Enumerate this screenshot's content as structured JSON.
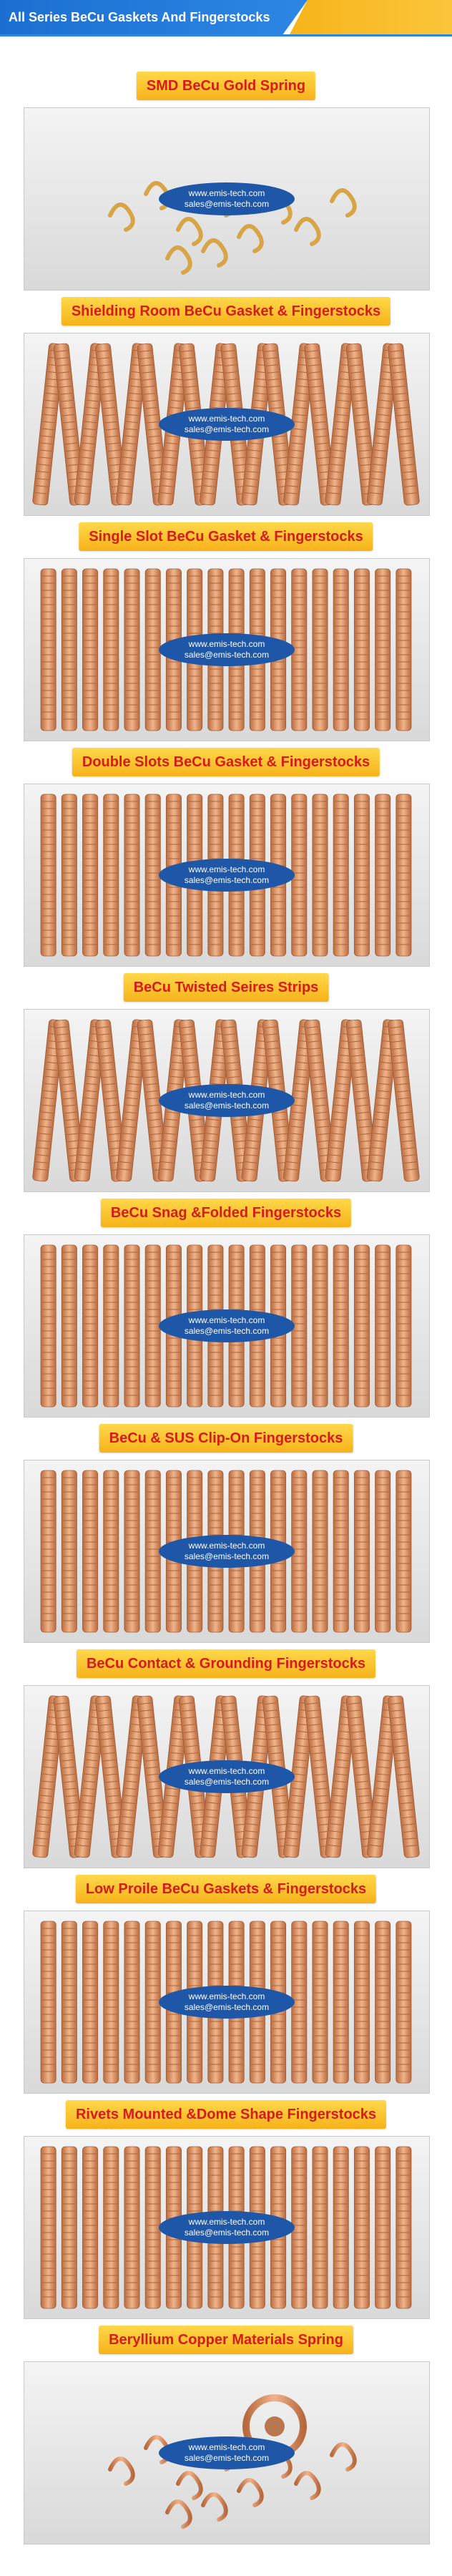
{
  "header": {
    "title": "All Series BeCu Gaskets And Fingerstocks"
  },
  "contact": {
    "website": "www.emis-tech.com",
    "email": "sales@emis-tech.com"
  },
  "colors": {
    "header_blue": "#2d86e4",
    "header_yellow": "#f7b41b",
    "banner_text": "#d71a1a",
    "copper": "#d8956b",
    "contact_bg": "#1f57a8"
  },
  "sections": [
    {
      "title": "SMD BeCu Gold Spring",
      "image_icon": "gold-spring-photo"
    },
    {
      "title": "Shielding Room BeCu Gasket & Fingerstocks",
      "image_icon": "shielding-room-gasket-photo"
    },
    {
      "title": "Single Slot BeCu Gasket & Fingerstocks",
      "image_icon": "single-slot-gasket-photo"
    },
    {
      "title": "Double Slots BeCu Gasket & Fingerstocks",
      "image_icon": "double-slot-gasket-photo"
    },
    {
      "title": "BeCu Twisted Seires Strips",
      "image_icon": "twisted-strips-photo"
    },
    {
      "title": "BeCu Snag &Folded Fingerstocks",
      "image_icon": "snag-folded-photo"
    },
    {
      "title": "BeCu & SUS Clip-On Fingerstocks",
      "image_icon": "clip-on-photo"
    },
    {
      "title": "BeCu Contact & Grounding Fingerstocks",
      "image_icon": "contact-grounding-photo"
    },
    {
      "title": "Low Proile BeCu Gaskets & Fingerstocks",
      "image_icon": "low-profile-photo"
    },
    {
      "title": "Rivets Mounted &Dome Shape Fingerstocks",
      "image_icon": "rivets-dome-photo"
    },
    {
      "title": "Beryllium Copper Materials Spring",
      "image_icon": "materials-spring-photo"
    }
  ]
}
